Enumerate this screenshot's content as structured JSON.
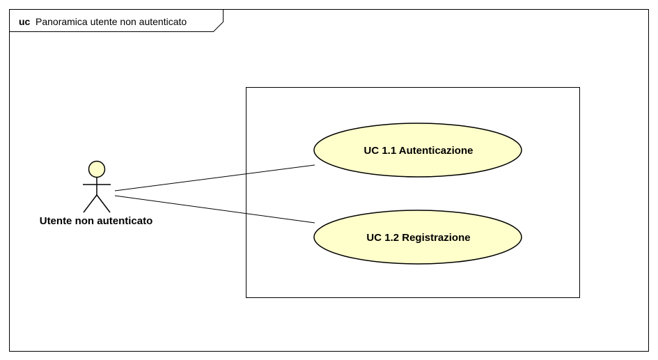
{
  "frame": {
    "keyword": "uc",
    "title": "Panoramica utente non autenticato"
  },
  "actor": {
    "name": "Utente non autenticato"
  },
  "use_cases": [
    {
      "label": "UC 1.1 Autenticazione"
    },
    {
      "label": "UC 1.2 Registrazione"
    }
  ],
  "colors": {
    "use_case_fill": "#ffffcc",
    "actor_head_fill": "#ffffcc",
    "stroke": "#000000",
    "background": "#ffffff"
  }
}
